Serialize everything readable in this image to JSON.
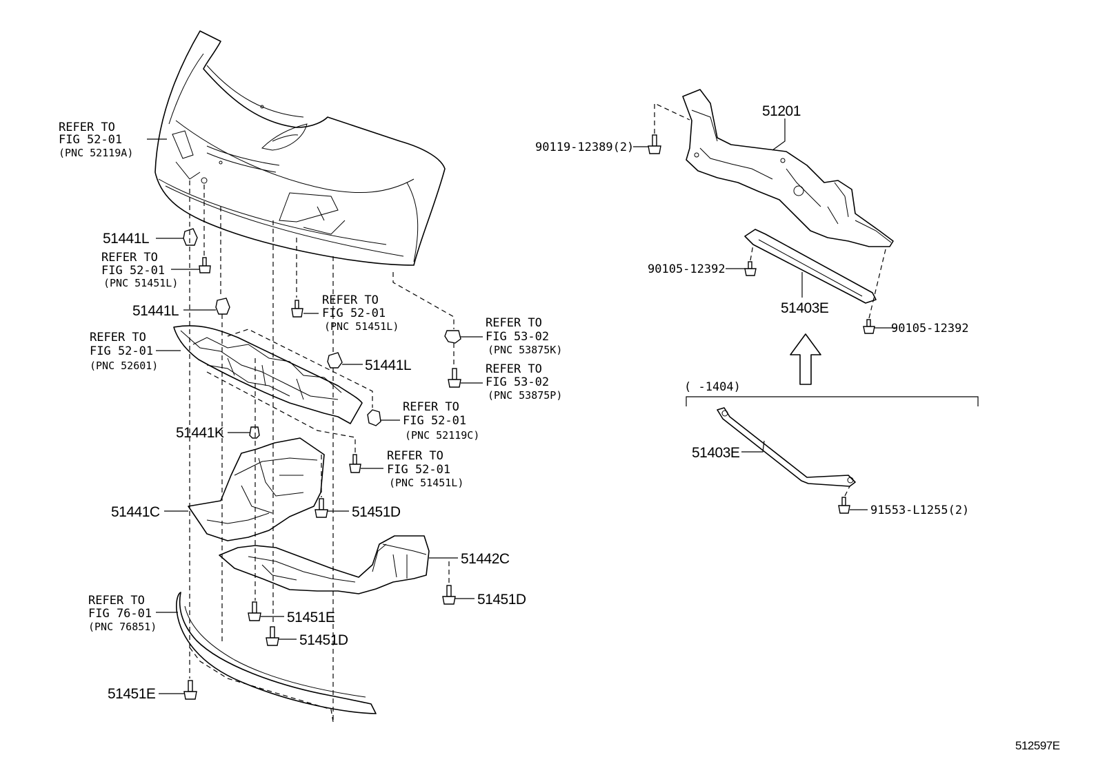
{
  "diagram_code": "512597E",
  "labels": {
    "ref_bumper_cover": [
      "REFER TO",
      "FIG 52-01",
      "(PNC 52119A)"
    ],
    "clip_51441L_a": "51441L",
    "ref_screw_a": [
      "REFER TO",
      "FIG 52-01",
      "(PNC 51451L)"
    ],
    "clip_51441L_b": "51441L",
    "ref_screw_b": [
      "REFER TO",
      "FIG 52-01",
      "(PNC 51451L)"
    ],
    "ref_clip_53875K": [
      "REFER TO",
      "FIG 53-02",
      "(PNC 53875K)"
    ],
    "ref_retainer": [
      "REFER TO",
      "FIG 52-01",
      "(PNC 52601)"
    ],
    "clip_51441L_c": "51441L",
    "ref_bolt_53875P": [
      "REFER TO",
      "FIG 53-02",
      "(PNC 53875P)"
    ],
    "ref_clip_52119C": [
      "REFER TO",
      "FIG 52-01",
      "(PNC 52119C)"
    ],
    "clip_51441K": "51441K",
    "ref_screw_c": [
      "REFER TO",
      "FIG 52-01",
      "(PNC 51451L)"
    ],
    "cover_51441C": "51441C",
    "bolt_51451D_a": "51451D",
    "cover_51442C": "51442C",
    "bolt_51451D_b": "51451D",
    "ref_spoiler": [
      "REFER TO",
      "FIG 76-01",
      "(PNC 76851)"
    ],
    "bolt_51451E_a": "51451E",
    "bolt_51451D_c": "51451D",
    "bolt_51451E_b": "51451E",
    "crossmember": "51201",
    "bolt_90119": "90119-12389(2)",
    "bolt_90105_a": "90105-12392",
    "brace_51403E_a": "51403E",
    "bolt_90105_b": "90105-12392",
    "bracket_note": "(      -1404)",
    "brace_51403E_b": "51403E",
    "bolt_91553": "91553-L1255(2)"
  }
}
